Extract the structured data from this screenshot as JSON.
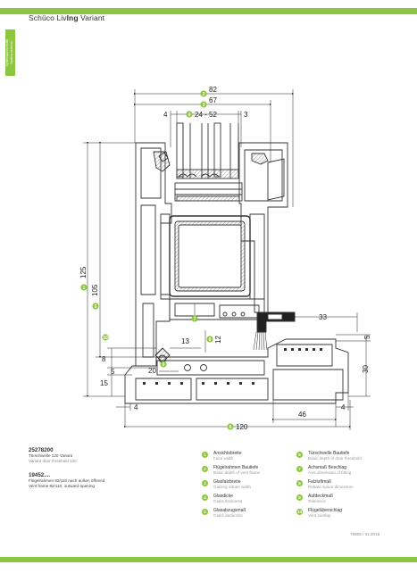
{
  "header": {
    "title_prefix": "Schüco Liv",
    "title_bold": "Ing",
    "title_suffix": " Variant"
  },
  "side_tab": {
    "line1": "Systemquerschnitte",
    "line2": "System sections"
  },
  "dimensions": {
    "top_82": "82",
    "top_67": "67",
    "top_4": "4",
    "top_24_52": "24 - 52",
    "top_3": "3",
    "left_125": "125",
    "left_105": "105",
    "left_8": "8",
    "left_5": "5",
    "left_15": "15",
    "mid_13": "13",
    "mid_12": "12",
    "mid_20": "20",
    "right_33": "33",
    "right_5": "5",
    "right_30": "30",
    "bottom_4_left": "4",
    "bottom_46": "46",
    "bottom_4_right": "4",
    "bottom_120": "120"
  },
  "markers": {
    "m1": "1",
    "m2": "2",
    "m3": "3",
    "m4": "4",
    "m5": "5",
    "m6": "6",
    "m7": "7",
    "m8": "8",
    "m9": "9",
    "m10": "10"
  },
  "info": [
    {
      "code": "25278200",
      "line1": "Türschwelle 120 Variant",
      "line2": "Variant door threshold 120"
    },
    {
      "code": "19452....",
      "line1": "Flügelrahmen 82/110 nach außen öffnend",
      "line2": "Vent frame 82/110, outward-opening"
    }
  ],
  "legend": [
    {
      "num": "1",
      "de": "Ansichtsbreite",
      "en": "Face width"
    },
    {
      "num": "2",
      "de": "Flügelrahmen Bautiefe",
      "en": "Basic depth of vent frame"
    },
    {
      "num": "3",
      "de": "Glasfalzbreite",
      "en": "Glazing rebate width"
    },
    {
      "num": "4",
      "de": "Glasdicke",
      "en": "Glass thickness"
    },
    {
      "num": "5",
      "de": "Glasabzugsmaß",
      "en": "Glass deduction"
    },
    {
      "num": "6",
      "de": "Türschwelle Bautiefe",
      "en": "Basic depth of door threshold"
    },
    {
      "num": "7",
      "de": "Achsmaß Beschlag",
      "en": "Axis dimension of fitting"
    },
    {
      "num": "8",
      "de": "Falzluftmaß",
      "en": "Rebate space dimension"
    },
    {
      "num": "9",
      "de": "Aufdeckmaß",
      "en": "Tolerance"
    },
    {
      "num": "10",
      "de": "Flügelüberschlag",
      "en": "Vent overlap"
    }
  ],
  "footer": {
    "code": "76806 / 01.2018"
  }
}
